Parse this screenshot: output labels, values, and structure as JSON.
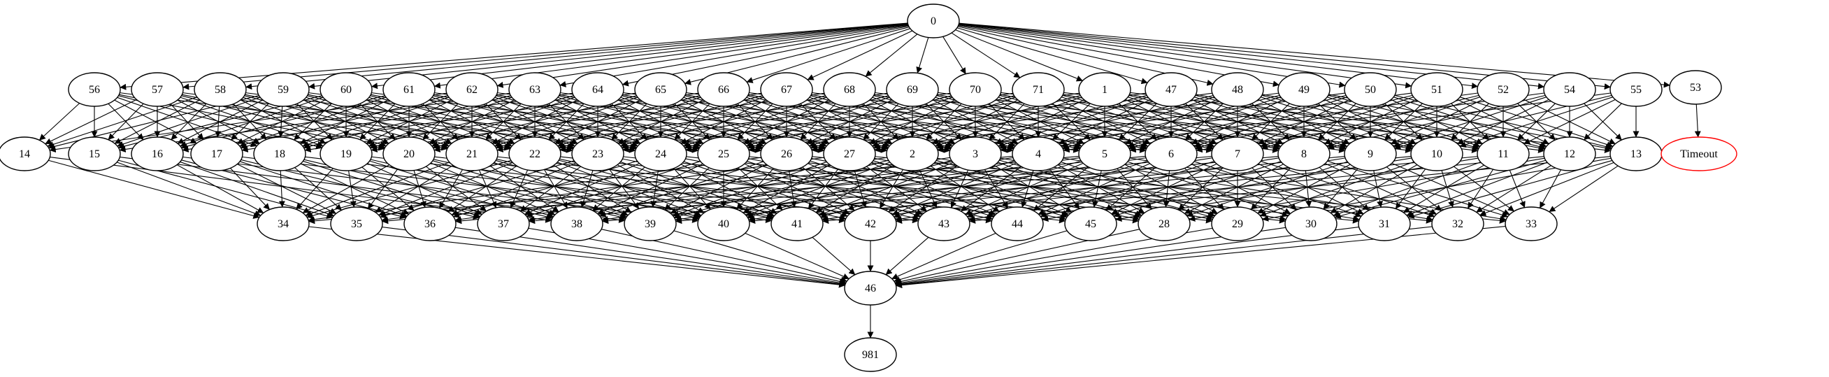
{
  "graph": {
    "nodes": [
      {
        "id": "0",
        "label": "0"
      },
      {
        "id": "56",
        "label": "56"
      },
      {
        "id": "57",
        "label": "57"
      },
      {
        "id": "58",
        "label": "58"
      },
      {
        "id": "59",
        "label": "59"
      },
      {
        "id": "60",
        "label": "60"
      },
      {
        "id": "61",
        "label": "61"
      },
      {
        "id": "62",
        "label": "62"
      },
      {
        "id": "63",
        "label": "63"
      },
      {
        "id": "64",
        "label": "64"
      },
      {
        "id": "65",
        "label": "65"
      },
      {
        "id": "66",
        "label": "66"
      },
      {
        "id": "67",
        "label": "67"
      },
      {
        "id": "68",
        "label": "68"
      },
      {
        "id": "69",
        "label": "69"
      },
      {
        "id": "70",
        "label": "70"
      },
      {
        "id": "71",
        "label": "71"
      },
      {
        "id": "1",
        "label": "1"
      },
      {
        "id": "47",
        "label": "47"
      },
      {
        "id": "48",
        "label": "48"
      },
      {
        "id": "49",
        "label": "49"
      },
      {
        "id": "50",
        "label": "50"
      },
      {
        "id": "51",
        "label": "51"
      },
      {
        "id": "52",
        "label": "52"
      },
      {
        "id": "54",
        "label": "54"
      },
      {
        "id": "55",
        "label": "55"
      },
      {
        "id": "53",
        "label": "53"
      },
      {
        "id": "14",
        "label": "14"
      },
      {
        "id": "15",
        "label": "15"
      },
      {
        "id": "16",
        "label": "16"
      },
      {
        "id": "17",
        "label": "17"
      },
      {
        "id": "18",
        "label": "18"
      },
      {
        "id": "19",
        "label": "19"
      },
      {
        "id": "20",
        "label": "20"
      },
      {
        "id": "21",
        "label": "21"
      },
      {
        "id": "22",
        "label": "22"
      },
      {
        "id": "23",
        "label": "23"
      },
      {
        "id": "24",
        "label": "24"
      },
      {
        "id": "25",
        "label": "25"
      },
      {
        "id": "26",
        "label": "26"
      },
      {
        "id": "27",
        "label": "27"
      },
      {
        "id": "2",
        "label": "2"
      },
      {
        "id": "3",
        "label": "3"
      },
      {
        "id": "4",
        "label": "4"
      },
      {
        "id": "5",
        "label": "5"
      },
      {
        "id": "6",
        "label": "6"
      },
      {
        "id": "7",
        "label": "7"
      },
      {
        "id": "8",
        "label": "8"
      },
      {
        "id": "9",
        "label": "9"
      },
      {
        "id": "10",
        "label": "10"
      },
      {
        "id": "11",
        "label": "11"
      },
      {
        "id": "12",
        "label": "12"
      },
      {
        "id": "13",
        "label": "13"
      },
      {
        "id": "Timeout",
        "label": "Timeout",
        "color": "#ff0000"
      },
      {
        "id": "34",
        "label": "34"
      },
      {
        "id": "35",
        "label": "35"
      },
      {
        "id": "36",
        "label": "36"
      },
      {
        "id": "37",
        "label": "37"
      },
      {
        "id": "38",
        "label": "38"
      },
      {
        "id": "39",
        "label": "39"
      },
      {
        "id": "40",
        "label": "40"
      },
      {
        "id": "41",
        "label": "41"
      },
      {
        "id": "42",
        "label": "42"
      },
      {
        "id": "43",
        "label": "43"
      },
      {
        "id": "44",
        "label": "44"
      },
      {
        "id": "45",
        "label": "45"
      },
      {
        "id": "28",
        "label": "28"
      },
      {
        "id": "29",
        "label": "29"
      },
      {
        "id": "30",
        "label": "30"
      },
      {
        "id": "31",
        "label": "31"
      },
      {
        "id": "32",
        "label": "32"
      },
      {
        "id": "33",
        "label": "33"
      },
      {
        "id": "46",
        "label": "46"
      },
      {
        "id": "981",
        "label": "981"
      }
    ],
    "edges": [
      [
        "0",
        "56"
      ],
      [
        "0",
        "57"
      ],
      [
        "0",
        "58"
      ],
      [
        "0",
        "59"
      ],
      [
        "0",
        "60"
      ],
      [
        "0",
        "61"
      ],
      [
        "0",
        "62"
      ],
      [
        "0",
        "63"
      ],
      [
        "0",
        "64"
      ],
      [
        "0",
        "65"
      ],
      [
        "0",
        "66"
      ],
      [
        "0",
        "67"
      ],
      [
        "0",
        "68"
      ],
      [
        "0",
        "69"
      ],
      [
        "0",
        "70"
      ],
      [
        "0",
        "71"
      ],
      [
        "0",
        "1"
      ],
      [
        "0",
        "47"
      ],
      [
        "0",
        "48"
      ],
      [
        "0",
        "49"
      ],
      [
        "0",
        "50"
      ],
      [
        "0",
        "51"
      ],
      [
        "0",
        "52"
      ],
      [
        "0",
        "54"
      ],
      [
        "0",
        "55"
      ],
      [
        "0",
        "53"
      ],
      [
        "53",
        "Timeout"
      ],
      [
        "34",
        "46"
      ],
      [
        "35",
        "46"
      ],
      [
        "36",
        "46"
      ],
      [
        "37",
        "46"
      ],
      [
        "38",
        "46"
      ],
      [
        "39",
        "46"
      ],
      [
        "40",
        "46"
      ],
      [
        "41",
        "46"
      ],
      [
        "42",
        "46"
      ],
      [
        "43",
        "46"
      ],
      [
        "44",
        "46"
      ],
      [
        "45",
        "46"
      ],
      [
        "28",
        "46"
      ],
      [
        "29",
        "46"
      ],
      [
        "30",
        "46"
      ],
      [
        "31",
        "46"
      ],
      [
        "32",
        "46"
      ],
      [
        "33",
        "46"
      ],
      [
        "46",
        "981"
      ]
    ],
    "dense_edges": {
      "row1_to_row2": true,
      "row2_to_row3": true
    }
  }
}
